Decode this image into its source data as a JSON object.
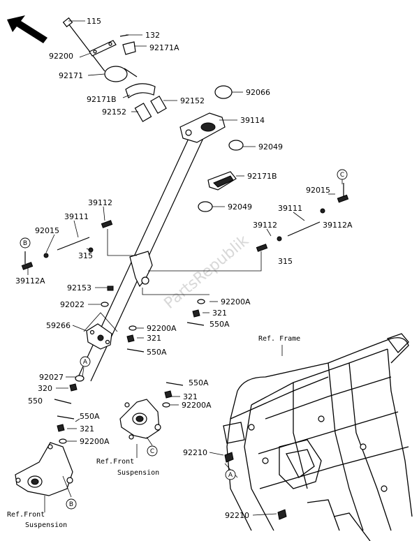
{
  "watermark": "PartsRepublik",
  "references": {
    "frame": "Ref. Frame",
    "front_suspension_1": [
      "Ref.Front",
      "Suspension"
    ],
    "front_suspension_2": [
      "Ref.Front",
      "Suspension"
    ]
  },
  "callouts": [
    "A",
    "B",
    "C"
  ],
  "part_labels": [
    {
      "id": "p115",
      "text": "115"
    },
    {
      "id": "p132",
      "text": "132"
    },
    {
      "id": "p92200a",
      "text": "92200"
    },
    {
      "id": "p92171A_top",
      "text": "92171A"
    },
    {
      "id": "p92171",
      "text": "92171"
    },
    {
      "id": "p92171B_top",
      "text": "92171B"
    },
    {
      "id": "p92152a",
      "text": "92152"
    },
    {
      "id": "p92152b",
      "text": "92152"
    },
    {
      "id": "p92066",
      "text": "92066"
    },
    {
      "id": "p39114",
      "text": "39114"
    },
    {
      "id": "p92049a",
      "text": "92049"
    },
    {
      "id": "p92171B_mid",
      "text": "92171B"
    },
    {
      "id": "p92049b",
      "text": "92049"
    },
    {
      "id": "p92015r",
      "text": "92015"
    },
    {
      "id": "p39111r",
      "text": "39111"
    },
    {
      "id": "p39112A_r",
      "text": "39112A"
    },
    {
      "id": "p39112r",
      "text": "39112"
    },
    {
      "id": "p315r",
      "text": "315"
    },
    {
      "id": "p39112l",
      "text": "39112"
    },
    {
      "id": "p39111l",
      "text": "39111"
    },
    {
      "id": "p92015l",
      "text": "92015"
    },
    {
      "id": "p315l",
      "text": "315"
    },
    {
      "id": "p39112A_l",
      "text": "39112A"
    },
    {
      "id": "p92153",
      "text": "92153"
    },
    {
      "id": "p92022",
      "text": "92022"
    },
    {
      "id": "p92200A_a",
      "text": "92200A"
    },
    {
      "id": "p321a",
      "text": "321"
    },
    {
      "id": "p550A_a",
      "text": "550A"
    },
    {
      "id": "p59266",
      "text": "59266"
    },
    {
      "id": "p92200A_b",
      "text": "92200A"
    },
    {
      "id": "p321b",
      "text": "321"
    },
    {
      "id": "p550A_b",
      "text": "550A"
    },
    {
      "id": "p92027",
      "text": "92027"
    },
    {
      "id": "p320",
      "text": "320"
    },
    {
      "id": "p550",
      "text": "550"
    },
    {
      "id": "p550A_c",
      "text": "550A"
    },
    {
      "id": "p321c",
      "text": "321"
    },
    {
      "id": "p92200A_c",
      "text": "92200A"
    },
    {
      "id": "p550A_d",
      "text": "550A"
    },
    {
      "id": "p321d",
      "text": "321"
    },
    {
      "id": "p92200A_d",
      "text": "92200A"
    },
    {
      "id": "p92210a",
      "text": "92210"
    },
    {
      "id": "p92210b",
      "text": "92210"
    }
  ]
}
